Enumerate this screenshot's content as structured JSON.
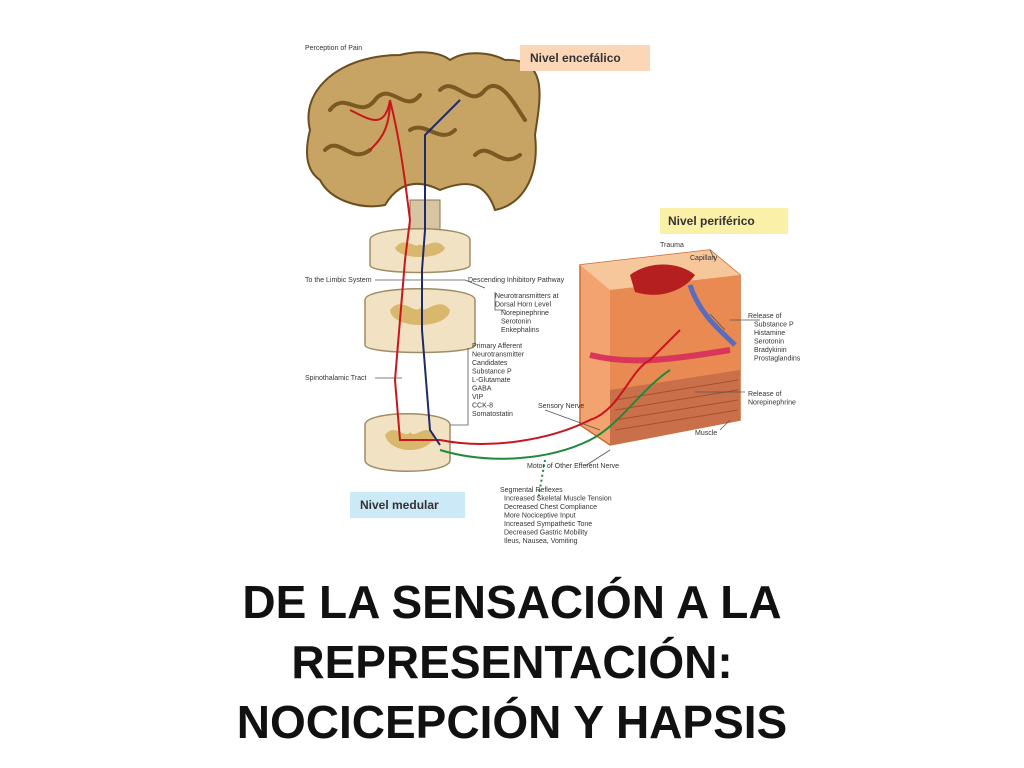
{
  "diagram": {
    "levels": {
      "brain": "Nivel encefálico",
      "peripheral": "Nivel periférico",
      "spinal": "Nivel medular"
    },
    "labels": {
      "perception_of_pain": "Perception of Pain",
      "to_limbic_system": "To the Limbic System",
      "descending_pathway": "Descending Inhibitory Pathway",
      "spinothalamic_tract": "Spinothalamic Tract",
      "sensory_nerve": "Sensory Nerve",
      "motor_nerve": "Motor of Other Efferent Nerve",
      "trauma": "Trauma",
      "capillary": "Capillary",
      "muscle": "Muscle"
    },
    "dorsal_horn_neurotransmitters": [
      "Neurotransmitters at",
      "Dorsal Horn Level",
      "Norepinephrine",
      "Serotonin",
      "Enkephalins"
    ],
    "primary_afferent": [
      "Primary Afferent",
      "Neurotransmitter",
      "Candidates",
      "Substance P",
      "L-Glutamate",
      "GABA",
      "VIP",
      "CCK-8",
      "Somatostatin"
    ],
    "release_of": [
      "Release of",
      "Substance P",
      "Histamine",
      "Serotonin",
      "Bradykinin",
      "Prostaglandins"
    ],
    "release_norepinephrine": [
      "Release of",
      "Norepinephrine"
    ],
    "segmental_reflexes": [
      "Segmental Reflexes",
      "Increased Skeletal Muscle Tension",
      "Decreased Chest Compliance",
      "More Nociceptive Input",
      "Increased Sympathetic Tone",
      "Decreased Gastric Mobility",
      "Ileus, Nausea, Vomiting"
    ],
    "colors": {
      "brain_level_bg": "#fbd7b8",
      "peripheral_level_bg": "#fbf0a8",
      "spinal_level_bg": "#cce9f7",
      "ascending_pathway": "#c8161d",
      "descending_pathway": "#1f2a66",
      "motor_pathway": "#1e8a3c"
    }
  },
  "title": {
    "line1": "DE LA SENSACIÓN A LA",
    "line2": "REPRESENTACIÓN:",
    "line3": "NOCICEPCIÓN Y HAPSIS"
  }
}
